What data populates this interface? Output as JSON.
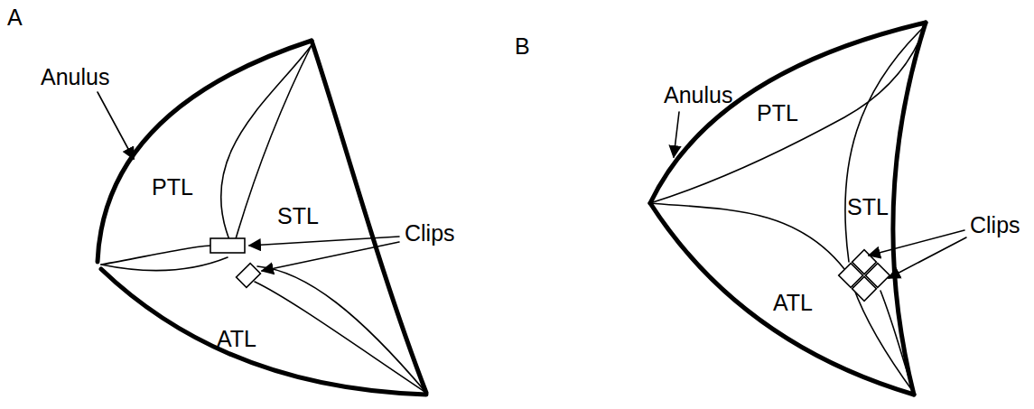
{
  "diagram": {
    "labels": [
      "A",
      "Anulus",
      "PTL",
      "STL",
      "Clips",
      "ATL",
      "B",
      "Anulus",
      "PTL",
      "STL",
      "Clips",
      "ATL"
    ]
  }
}
